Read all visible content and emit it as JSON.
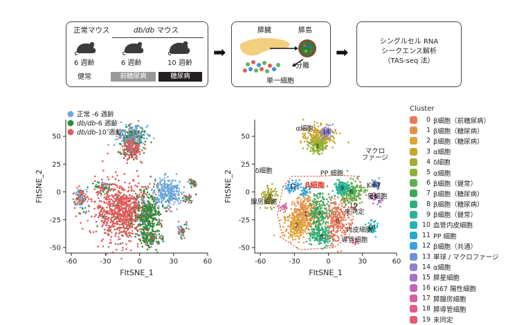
{
  "workflow": {
    "normal_mouse": "正常マウス",
    "db_mouse_italic": "db/db",
    "db_mouse_suffix": " マウス",
    "age6": "6 週齢",
    "age6b": "6 週齢",
    "age10": "10 週齢",
    "healthy": "健常",
    "prediabetes": "前糖尿病",
    "diabetes": "糖尿病",
    "pancreas": "膵臓",
    "islet": "膵島",
    "dissociation": "分離",
    "single_cell": "単一細胞",
    "analysis_line1": "シングルセル RNA",
    "analysis_line2": "シークエンス解析",
    "analysis_line3": "（TAS-seq 法）"
  },
  "colors": {
    "normal": "#6fa8dc",
    "db6": "#2e8b3a",
    "db10": "#e05a5a",
    "prediabetes_bg": "#999999",
    "diabetes_bg": "#231f20"
  },
  "chart_data": [
    {
      "type": "scatter",
      "title": "",
      "xlabel": "FItSNE_1",
      "ylabel": "FItSNE_2",
      "xlim": [
        -65,
        60
      ],
      "ylim": [
        -55,
        65
      ],
      "xticks": [
        -60,
        -30,
        0,
        30,
        60
      ],
      "yticks": [
        -50,
        -25,
        0,
        25,
        50
      ],
      "legend": [
        {
          "label_prefix": "正常 -6 週齢",
          "label_italic": "",
          "label_suffix": ""
        },
        {
          "label_prefix": "",
          "label_italic": "db/db",
          "label_suffix": "-6 週齢"
        },
        {
          "label_prefix": "",
          "label_italic": "db/db",
          "label_suffix": "-10 週齢"
        }
      ],
      "legend_placement": "top-left",
      "series_colors": [
        "#6fa8dc",
        "#2e8b3a",
        "#e05a5a"
      ]
    },
    {
      "type": "scatter",
      "title": "",
      "xlabel": "FItSNE_1",
      "ylabel": "FItSNE_2",
      "xlim": [
        -65,
        60
      ],
      "ylim": [
        -55,
        65
      ],
      "xticks": [
        -60,
        -30,
        0,
        30,
        60
      ],
      "yticks": [
        -50,
        -25,
        0,
        25,
        50
      ],
      "annotations": [
        {
          "text": "α細胞",
          "x": -21,
          "y": 55
        },
        {
          "text": "δ細胞",
          "x": -57,
          "y": 17
        },
        {
          "text": "PP 細胞",
          "x": 3,
          "y": 15
        },
        {
          "text": "β細胞",
          "x": -12,
          "y": 4,
          "color": "#d8352a"
        },
        {
          "text": "腺房細胞",
          "x": -57,
          "y": -11
        },
        {
          "text": "マクロ",
          "x": 41,
          "y": 35
        },
        {
          "text": "ファージ",
          "x": 41,
          "y": 29
        },
        {
          "text": "Ki67",
          "x": 40,
          "y": 4
        },
        {
          "text": "星細胞",
          "x": 43,
          "y": -6
        },
        {
          "text": "19",
          "x": 22,
          "y": -14
        },
        {
          "text": "未同定",
          "x": 23,
          "y": -20
        },
        {
          "text": "内皮細胞",
          "x": 27,
          "y": -36
        },
        {
          "text": "導管細胞",
          "x": 23,
          "y": -45
        }
      ],
      "cluster_labels": [
        "0",
        "1",
        "2",
        "3",
        "4",
        "5",
        "6",
        "7",
        "8",
        "9",
        "10",
        "11",
        "12",
        "13",
        "14",
        "15",
        "16",
        "17",
        "18",
        "19"
      ]
    }
  ],
  "legend": {
    "title": "Cluster",
    "items": [
      {
        "num": "0",
        "label": "β細胞（前糖尿病）",
        "color": "#e9795c"
      },
      {
        "num": "1",
        "label": "β細胞（糖尿病）",
        "color": "#e4924b"
      },
      {
        "num": "2",
        "label": "β細胞（糖尿病）",
        "color": "#e0a23a"
      },
      {
        "num": "3",
        "label": "α細胞",
        "color": "#c9a52a"
      },
      {
        "num": "4",
        "label": "δ細胞",
        "color": "#a6a935"
      },
      {
        "num": "5",
        "label": "α細胞",
        "color": "#8fb23a"
      },
      {
        "num": "6",
        "label": "β細胞（健常）",
        "color": "#5fb04a"
      },
      {
        "num": "7",
        "label": "β細胞（糖尿病）",
        "color": "#38a85a"
      },
      {
        "num": "8",
        "label": "β細胞（糖尿病）",
        "color": "#2fae7a"
      },
      {
        "num": "9",
        "label": "β細胞（健常）",
        "color": "#2ab39a"
      },
      {
        "num": "10",
        "label": "血管内皮細胞",
        "color": "#22b2b6"
      },
      {
        "num": "11",
        "label": "PP 細胞",
        "color": "#27a9d3"
      },
      {
        "num": "12",
        "label": "β細胞（共通）",
        "color": "#3b9fe3"
      },
      {
        "num": "13",
        "label": "単球 / マクロファージ",
        "color": "#6f8fdc"
      },
      {
        "num": "14",
        "label": "α細胞",
        "color": "#8e80d4"
      },
      {
        "num": "15",
        "label": "膵星細胞",
        "color": "#a66fc8"
      },
      {
        "num": "16",
        "label": "Ki67 陽性細胞",
        "color": "#c266b8"
      },
      {
        "num": "17",
        "label": "膵腺房細胞",
        "color": "#d660a2"
      },
      {
        "num": "18",
        "label": "膵導管細胞",
        "color": "#e05c88"
      },
      {
        "num": "19",
        "label": "未同定",
        "color": "#e35b6e"
      }
    ]
  }
}
